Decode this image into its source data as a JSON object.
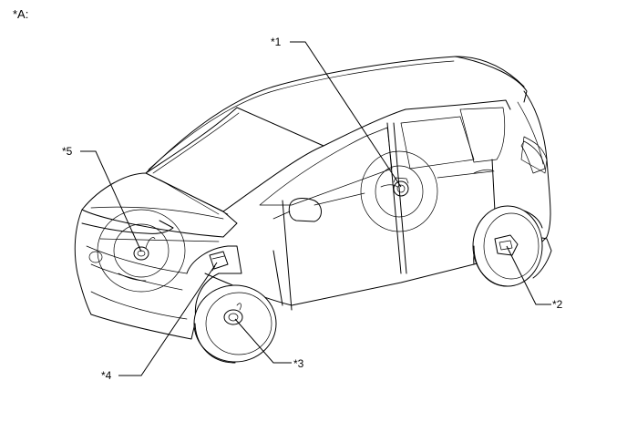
{
  "figure": {
    "view_label": "*A:",
    "callouts": [
      {
        "id": "1",
        "text": "*1"
      },
      {
        "id": "2",
        "text": "*2"
      },
      {
        "id": "3",
        "text": "*3"
      },
      {
        "id": "4",
        "text": "*4"
      },
      {
        "id": "5",
        "text": "*5"
      }
    ]
  },
  "colors": {
    "line": "#000000",
    "background": "#ffffff"
  }
}
